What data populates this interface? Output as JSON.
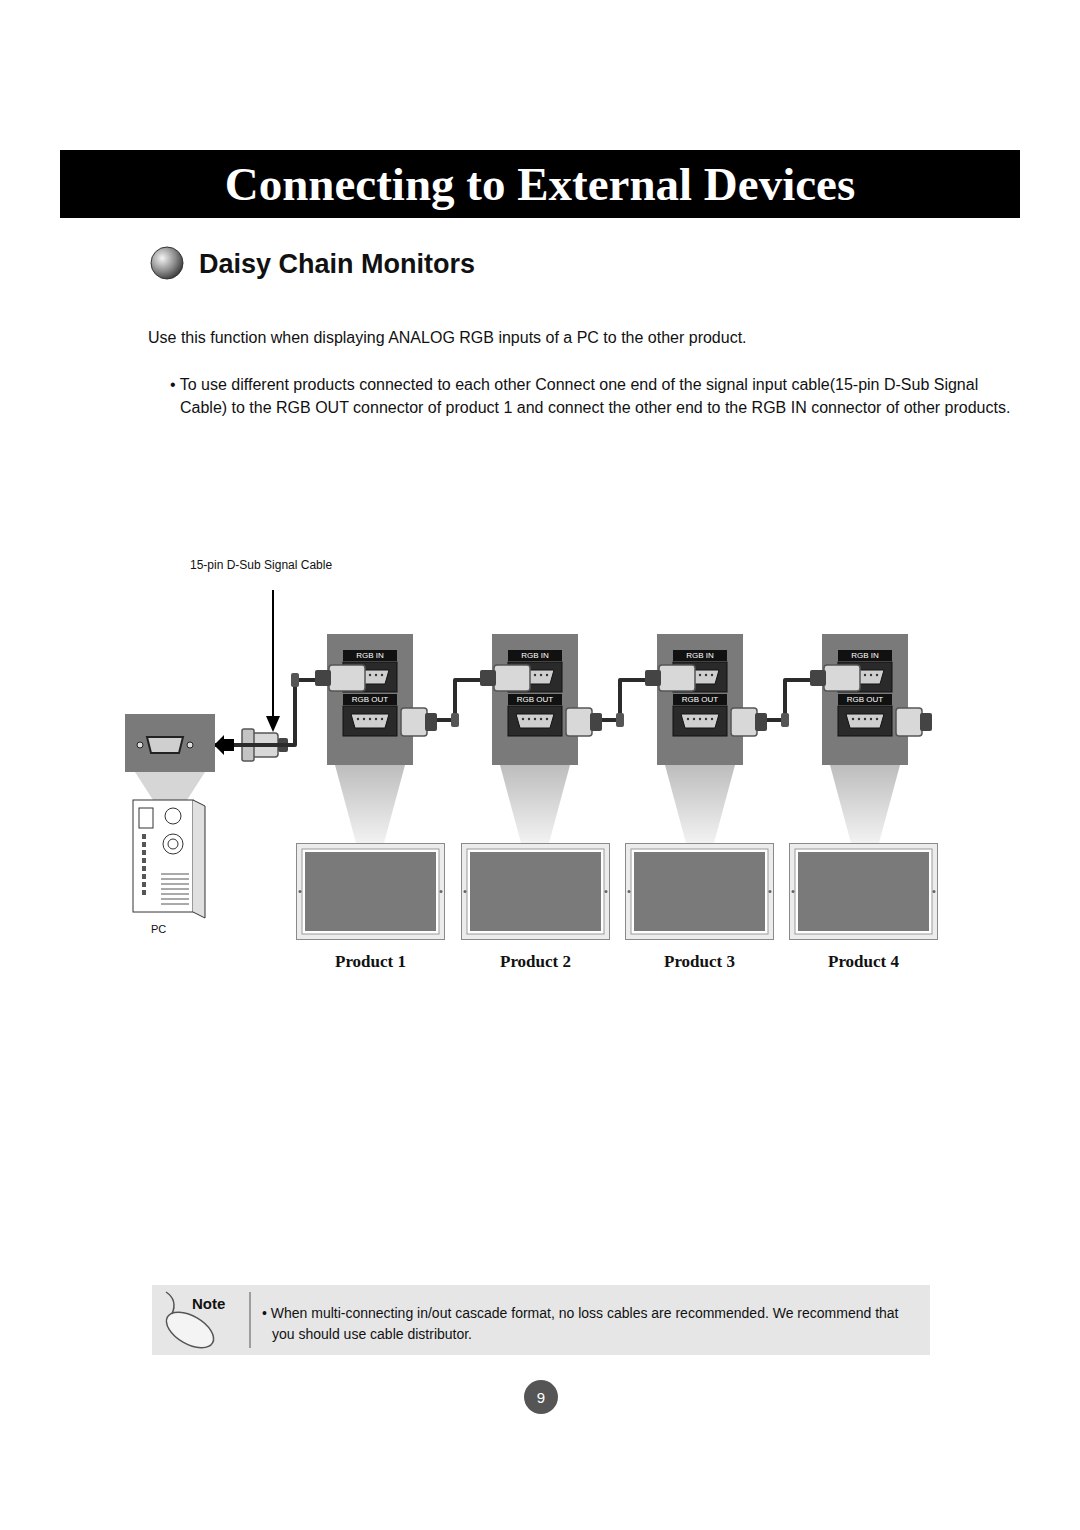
{
  "diagram": {
    "title": "Connecting to External Devices",
    "nodes": [
      {
        "text": [
          "PC"
        ]
      },
      {
        "text": [
          "RGB IN",
          "RGB OUT"
        ]
      },
      {
        "text": [
          "RGB IN",
          "RGB OUT"
        ]
      },
      {
        "text": [
          "RGB IN",
          "RGB OUT"
        ]
      },
      {
        "text": [
          "RGB IN",
          "RGB OUT"
        ]
      },
      {
        "text": [
          "Product 1"
        ]
      },
      {
        "text": [
          "Product 2"
        ]
      },
      {
        "text": [
          "Product 3"
        ]
      },
      {
        "text": [
          "Product 4"
        ]
      }
    ],
    "edges": [
      {
        "from": 1,
        "to": 0,
        "arrow": "to"
      },
      {
        "from": 1,
        "to": 2,
        "arrow": "none"
      },
      {
        "from": 2,
        "to": 3,
        "arrow": "none"
      },
      {
        "from": 3,
        "to": 4,
        "arrow": "none"
      }
    ],
    "labels": [
      "Daisy Chain Monitors",
      "Use this function when displaying ANALOG RGB inputs of a PC to the other product.",
      "• To use different products connected to each other Connect one end of the signal input cable(15-pin D-Sub Signal Cable) to the RGB OUT connector of product 1 and connect the other end to the RGB IN connector of other products.",
      "15-pin D-Sub Signal Cable",
      "Note",
      "• When multi-connecting in/out cascade format, no loss cables are recommended. We recommend that you should use cable distributor.",
      "9"
    ]
  }
}
